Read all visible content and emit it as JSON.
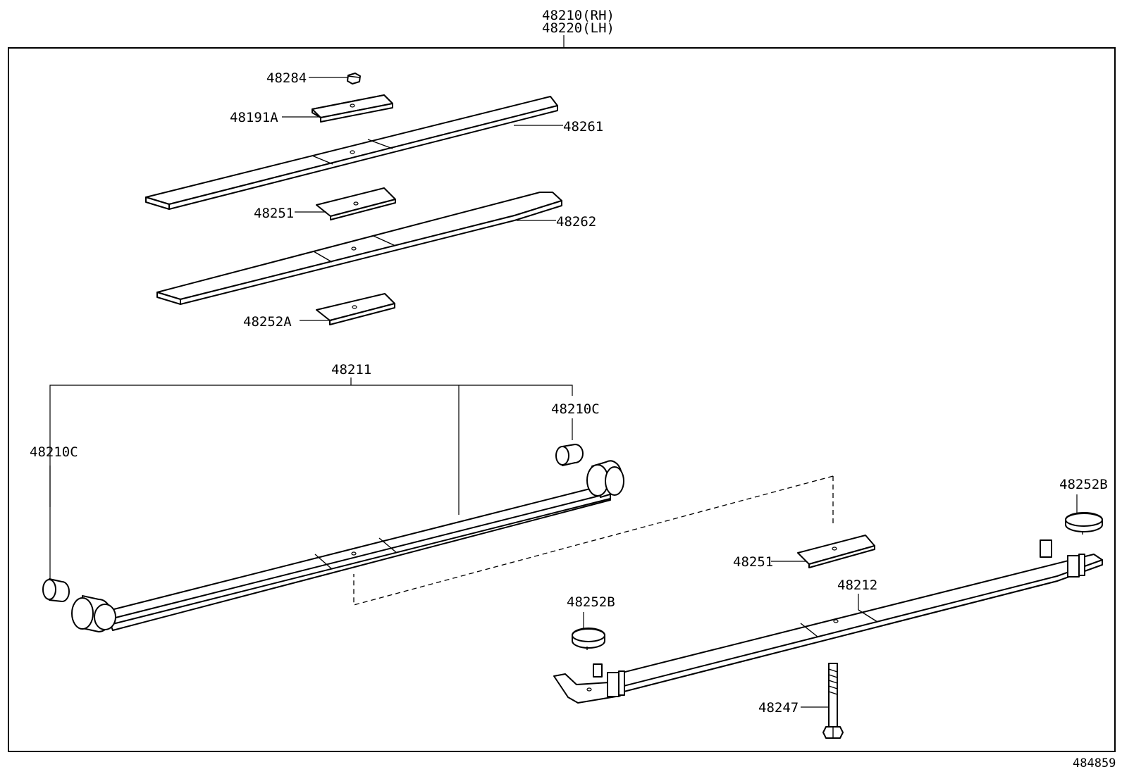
{
  "header": {
    "assembly_rh": "48210(RH)",
    "assembly_lh": "48220(LH)"
  },
  "labels": {
    "nut_48284": "48284",
    "plate_48191a": "48191A",
    "leaf_48261": "48261",
    "liner_48251_top": "48251",
    "leaf_48262": "48262",
    "liner_48252a": "48252A",
    "main_leaf_48211": "48211",
    "bushing_48210c_right": "48210C",
    "bushing_48210c_left": "48210C",
    "button_48252b_right": "48252B",
    "liner_48251_bottom": "48251",
    "leaf_48212": "48212",
    "button_48252b_left": "48252B",
    "bolt_48247": "48247"
  },
  "footer": {
    "diagram_number": "484859"
  }
}
